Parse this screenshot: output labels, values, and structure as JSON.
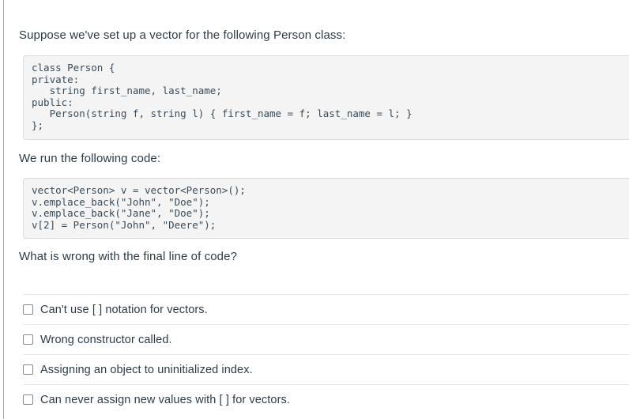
{
  "question": {
    "intro_text": "Suppose we've set up a vector for the following Person class:",
    "run_text": "We run the following code:",
    "prompt_text": "What is wrong with the final line of code?"
  },
  "code_blocks": [
    {
      "id": "person-class",
      "content": "class Person {\nprivate:\n   string first_name, last_name;\npublic:\n   Person(string f, string l) { first_name = f; last_name = l; }\n};"
    },
    {
      "id": "vector-usage",
      "content": "vector<Person> v = vector<Person>();\nv.emplace_back(\"John\", \"Doe\");\nv.emplace_back(\"Jane\", \"Doe\");\nv[2] = Person(\"John\", \"Deere\");"
    }
  ],
  "answers": [
    {
      "label": "Can't use [ ] notation for vectors.",
      "checked": false
    },
    {
      "label": "Wrong constructor called.",
      "checked": false
    },
    {
      "label": "Assigning an object to uninitialized index.",
      "checked": false
    },
    {
      "label": "Can never assign new values with [ ] for vectors.",
      "checked": false
    }
  ],
  "colors": {
    "text": "#2d3b45",
    "code_background": "#f4f4f4",
    "code_border": "#dcdcdc",
    "code_text": "#394b59",
    "divider": "#e8e8e8",
    "left_rule": "#a6a6a6",
    "checkbox_border": "#8a8a8a"
  }
}
